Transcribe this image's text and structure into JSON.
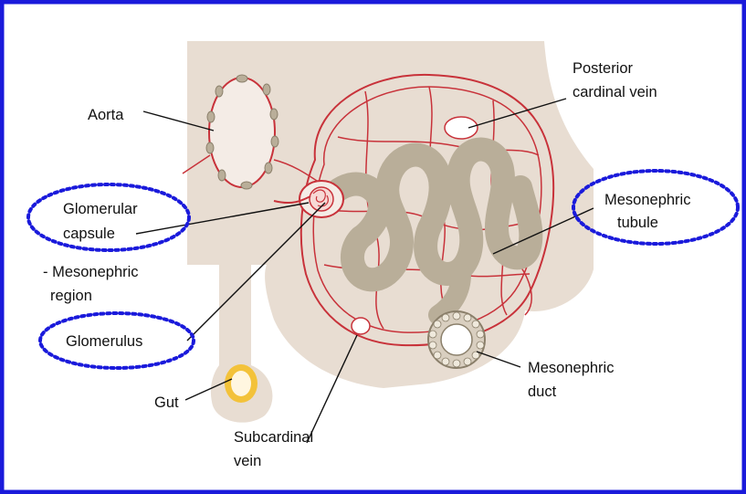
{
  "diagram": {
    "labels": {
      "aorta": "Aorta",
      "posterior_cardinal_vein_1": "Posterior",
      "posterior_cardinal_vein_2": "cardinal vein",
      "glomerular_capsule_1": "Glomerular",
      "glomerular_capsule_2": "capsule",
      "mesonephric_tubule_1": "Mesonephric",
      "mesonephric_tubule_2": "tubule",
      "mesonephric_region_1": "- Mesonephric",
      "mesonephric_region_2": "region",
      "glomerulus": "Glomerulus",
      "mesonephric_duct_1": "Mesonephric",
      "mesonephric_duct_2": "duct",
      "gut": "Gut",
      "subcardinal_vein_1": "Subcardinal",
      "subcardinal_vein_2": "vein"
    },
    "colors": {
      "frame_blue": "#1a1adb",
      "tissue_beige": "#e8ddd2",
      "tubule_khaki": "#b9ae99",
      "vessel_red": "#c8323a",
      "gut_yellow": "#f3c23a"
    },
    "highlighted_labels": [
      "Glomerular capsule",
      "Mesonephric tubule",
      "Glomerulus"
    ]
  }
}
